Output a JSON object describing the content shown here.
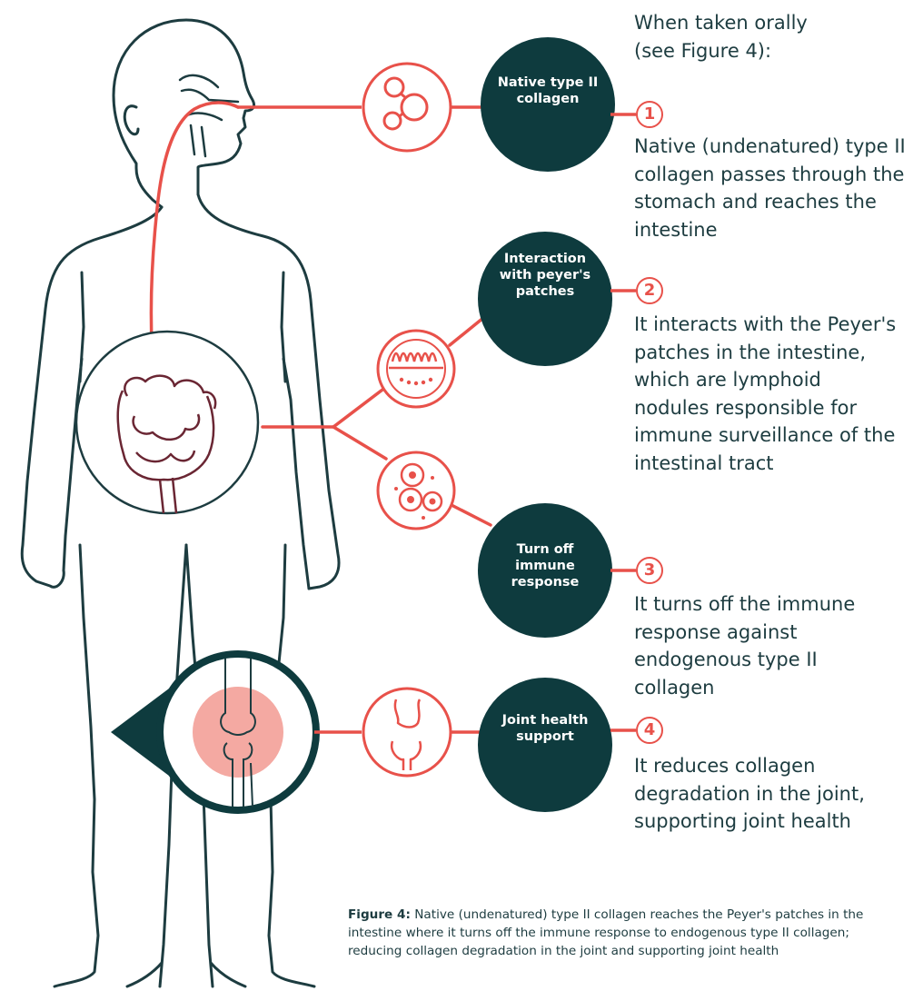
{
  "intro": "When taken orally (see Figure 4):",
  "nodes": [
    {
      "label": "Native type II collagen"
    },
    {
      "label": "Interaction with peyer's patches"
    },
    {
      "label": "Turn off immune response"
    },
    {
      "label": "Joint health support"
    }
  ],
  "steps": [
    {
      "number": "1",
      "text": "Native (undenatured) type II collagen passes through the stomach and reaches the intestine"
    },
    {
      "number": "2",
      "text": "It interacts with the Peyer's patches in the intestine, which are lymphoid nodules responsible for immune surveillance of the intestinal tract"
    },
    {
      "number": "3",
      "text": "It turns off the immune response against endogenous type II collagen"
    },
    {
      "number": "4",
      "text": "It reduces collagen degradation in the joint, supporting joint health"
    }
  ],
  "caption": {
    "label": "Figure 4:",
    "text": "Native (undenatured) type II collagen reaches the Peyer's patches in the intestine where it turns off the immune response to endogenous type II collagen; reducing collagen degradation in the joint and supporting joint health"
  },
  "colors": {
    "dark_teal": "#0e3b3e",
    "accent_red": "#e8514a",
    "knee_pink": "#f4a9a2",
    "outline": "#1d3c40"
  }
}
